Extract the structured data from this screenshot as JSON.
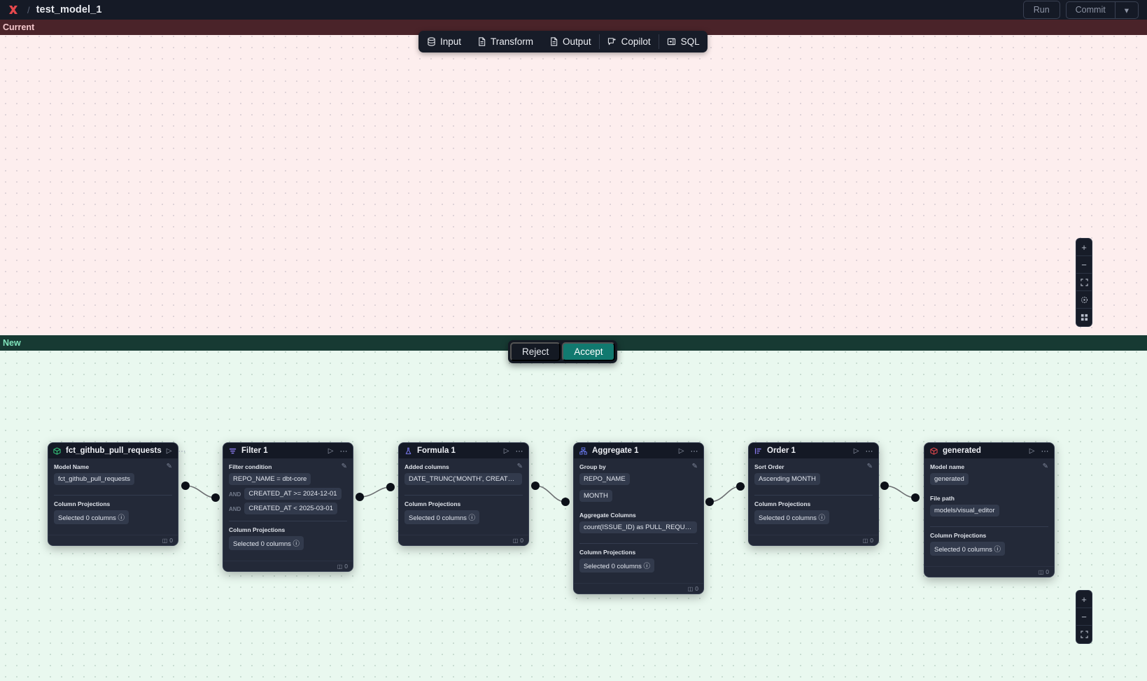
{
  "topbar": {
    "logo_icon": "app-logo-icon",
    "separator": "/",
    "title": "test_model_1",
    "run_label": "Run",
    "commit_label": "Commit",
    "commit_caret_icon": "chevron-down-icon"
  },
  "toolbar": {
    "items": [
      {
        "label": "Input",
        "icon": "database-icon"
      },
      {
        "label": "Transform",
        "icon": "file-icon"
      },
      {
        "label": "Output",
        "icon": "file-icon"
      },
      {
        "label": "Copilot",
        "icon": "copilot-sparkle-icon"
      },
      {
        "label": "SQL",
        "icon": "sql-panel-icon"
      }
    ]
  },
  "panes": {
    "current_label": "Current",
    "new_label": "New"
  },
  "decision": {
    "reject_label": "Reject",
    "accept_label": "Accept",
    "accept_color": "#11796f"
  },
  "zoom_controls_top": [
    {
      "icon": "plus-icon",
      "glyph": "+"
    },
    {
      "icon": "minus-icon",
      "glyph": "−"
    },
    {
      "icon": "fit-view-icon",
      "glyph": "⛶"
    },
    {
      "icon": "lock-target-icon",
      "glyph": "◌"
    },
    {
      "icon": "grid-toggle-icon",
      "glyph": "▒"
    }
  ],
  "zoom_controls_bottom": [
    {
      "icon": "plus-icon",
      "glyph": "+"
    },
    {
      "icon": "minus-icon",
      "glyph": "−"
    },
    {
      "icon": "fit-view-icon",
      "glyph": "⛶"
    }
  ],
  "nodes": [
    {
      "id": "source",
      "title": "fct_github_pull_requests",
      "icon": "cube-green-icon",
      "icon_color": "#34c77b",
      "row_count": "0",
      "sections": [
        {
          "label": "Model Name",
          "chips": [
            "fct_github_pull_requests"
          ],
          "editable": true
        },
        {
          "label": "Column Projections",
          "chips": [
            "Selected 0 columns"
          ],
          "info": true
        }
      ]
    },
    {
      "id": "filter",
      "title": "Filter 1",
      "icon": "filter-icon",
      "icon_color": "#8b7cf0",
      "row_count": "0",
      "sections": [
        {
          "label": "Filter condition",
          "editable": true,
          "conditions": [
            {
              "prefix": "",
              "text": "REPO_NAME = dbt-core"
            },
            {
              "prefix": "AND",
              "text": "CREATED_AT >= 2024-12-01"
            },
            {
              "prefix": "AND",
              "text": "CREATED_AT < 2025-03-01"
            }
          ]
        },
        {
          "label": "Column Projections",
          "chips": [
            "Selected 0 columns"
          ],
          "info": true
        }
      ]
    },
    {
      "id": "formula",
      "title": "Formula 1",
      "icon": "flask-icon",
      "icon_color": "#7c7cf2",
      "row_count": "0",
      "sections": [
        {
          "label": "Added columns",
          "chips": [
            "DATE_TRUNC('MONTH', CREATED_AT..."
          ],
          "editable": true
        },
        {
          "label": "Column Projections",
          "chips": [
            "Selected 0 columns"
          ],
          "info": true
        }
      ]
    },
    {
      "id": "aggregate",
      "title": "Aggregate 1",
      "icon": "aggregate-icon",
      "icon_color": "#6c7cf5",
      "row_count": "0",
      "sections": [
        {
          "label": "Group by",
          "chips": [
            "REPO_NAME",
            "MONTH"
          ],
          "editable": true
        },
        {
          "label": "Aggregate Columns",
          "chips": [
            "count(ISSUE_ID) as PULL_REQUEST_..."
          ]
        },
        {
          "label": "Column Projections",
          "chips": [
            "Selected 0 columns"
          ],
          "info": true
        }
      ]
    },
    {
      "id": "order",
      "title": "Order 1",
      "icon": "sort-icon",
      "icon_color": "#8b7cf0",
      "row_count": "0",
      "sections": [
        {
          "label": "Sort Order",
          "chips": [
            "Ascending MONTH"
          ],
          "editable": true
        },
        {
          "label": "Column Projections",
          "chips": [
            "Selected 0 columns"
          ],
          "info": true
        }
      ]
    },
    {
      "id": "generated",
      "title": "generated",
      "icon": "cube-red-icon",
      "icon_color": "#e5484d",
      "row_count": "0",
      "sections": [
        {
          "label": "Model name",
          "chips": [
            "generated"
          ],
          "editable": true
        },
        {
          "label": "File path",
          "chips": [
            "models/visual_editor"
          ]
        },
        {
          "label": "Column Projections",
          "chips": [
            "Selected 0 columns"
          ],
          "info": true
        }
      ]
    }
  ]
}
